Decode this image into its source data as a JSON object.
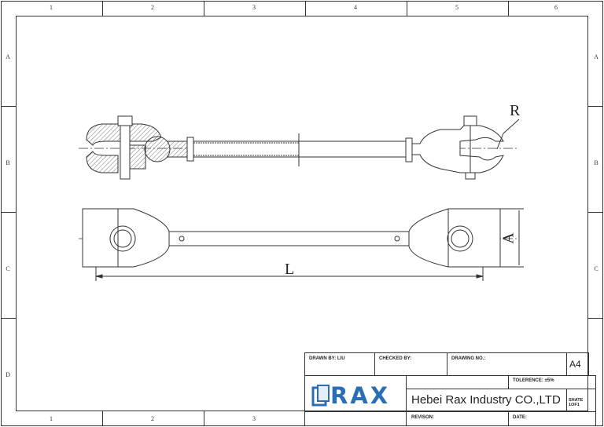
{
  "frame": {
    "columns": [
      "1",
      "2",
      "3",
      "4",
      "5",
      "6"
    ],
    "bottom_columns": [
      "1",
      "2",
      "3"
    ],
    "rows": [
      "A",
      "B",
      "C",
      "D"
    ]
  },
  "drawing": {
    "dim_length": "L",
    "dim_width": "A",
    "dim_radius": "R"
  },
  "title_block": {
    "drawn_by": "DRAWN BY:   LIU",
    "checked_by": "CHECKED BY:",
    "drawing_no": "DRAWING NO.:",
    "size": "A4",
    "logo": "RAX",
    "tolerance": "TOLERENCE:   ±5%",
    "company": "Hebei Rax Industry CO.,LTD",
    "sheet": "SHATE 1OF1",
    "revision": "REVISON:",
    "date": "DATE:",
    "brand_color": "#2a6fb5"
  }
}
